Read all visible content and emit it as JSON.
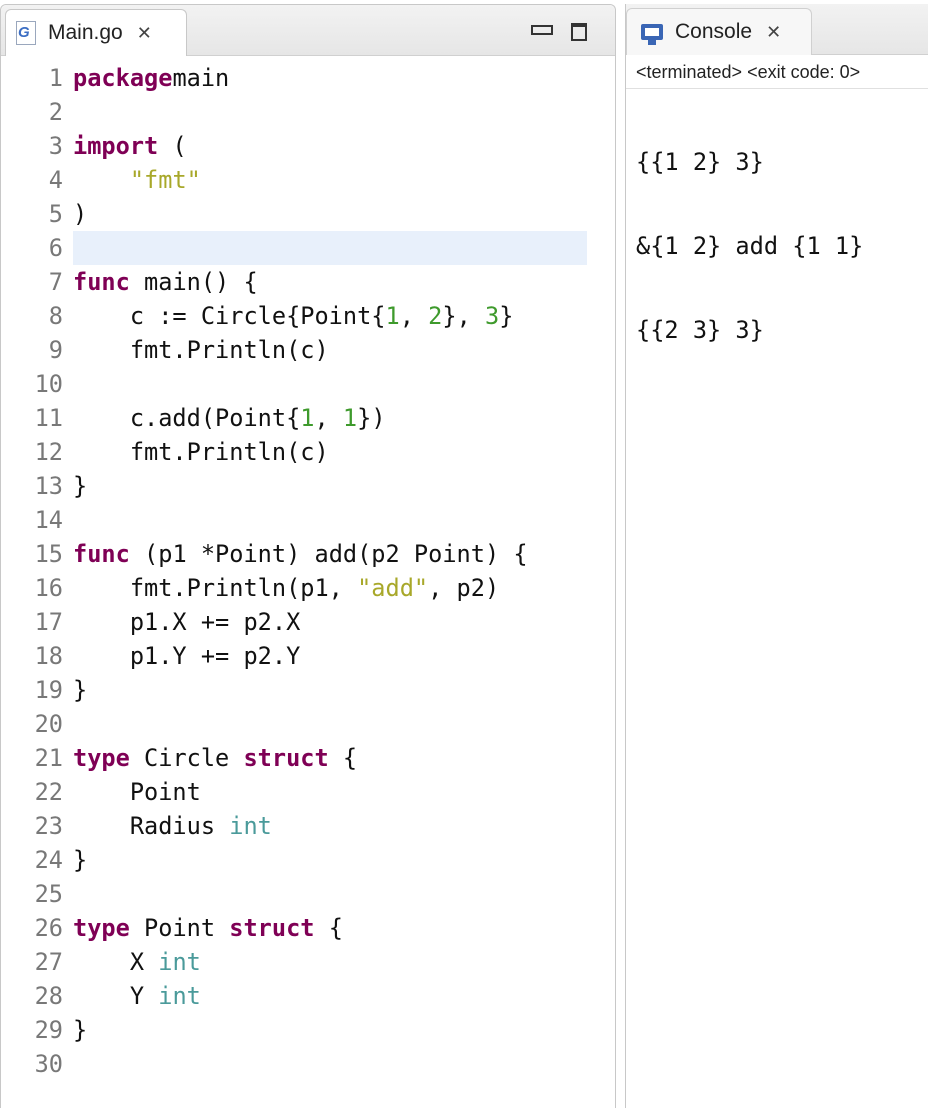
{
  "editor": {
    "tab_label": "Main.go",
    "tab_icon": "go-file-icon",
    "highlighted_line": 6,
    "lines": [
      {
        "n": "1",
        "t": [
          [
            "kw",
            "package"
          ],
          [
            "",
            "main"
          ]
        ]
      },
      {
        "n": "2",
        "t": []
      },
      {
        "n": "3",
        "t": [
          [
            "kw",
            "import"
          ],
          [
            "",
            " ("
          ]
        ]
      },
      {
        "n": "4",
        "t": [
          [
            "",
            "    "
          ],
          [
            "str",
            "\"fmt\""
          ]
        ]
      },
      {
        "n": "5",
        "t": [
          [
            "",
            ")"
          ]
        ]
      },
      {
        "n": "6",
        "t": []
      },
      {
        "n": "7",
        "t": [
          [
            "kw",
            "func"
          ],
          [
            "",
            " main() {"
          ]
        ]
      },
      {
        "n": "8",
        "t": [
          [
            "",
            "    c := Circle{Point{"
          ],
          [
            "num",
            "1"
          ],
          [
            "",
            ", "
          ],
          [
            "num",
            "2"
          ],
          [
            "",
            "}, "
          ],
          [
            "num",
            "3"
          ],
          [
            "",
            "}"
          ]
        ]
      },
      {
        "n": "9",
        "t": [
          [
            "",
            "    fmt.Println(c)"
          ]
        ]
      },
      {
        "n": "10",
        "t": []
      },
      {
        "n": "11",
        "t": [
          [
            "",
            "    c.add(Point{"
          ],
          [
            "num",
            "1"
          ],
          [
            "",
            ", "
          ],
          [
            "num",
            "1"
          ],
          [
            "",
            "})"
          ]
        ]
      },
      {
        "n": "12",
        "t": [
          [
            "",
            "    fmt.Println(c)"
          ]
        ]
      },
      {
        "n": "13",
        "t": [
          [
            "",
            "}"
          ]
        ]
      },
      {
        "n": "14",
        "t": []
      },
      {
        "n": "15",
        "t": [
          [
            "kw",
            "func"
          ],
          [
            "",
            " (p1 *Point) add(p2 Point) {"
          ]
        ]
      },
      {
        "n": "16",
        "t": [
          [
            "",
            "    fmt.Println(p1, "
          ],
          [
            "str",
            "\"add\""
          ],
          [
            "",
            ", p2)"
          ]
        ]
      },
      {
        "n": "17",
        "t": [
          [
            "",
            "    p1.X += p2.X"
          ]
        ]
      },
      {
        "n": "18",
        "t": [
          [
            "",
            "    p1.Y += p2.Y"
          ]
        ]
      },
      {
        "n": "19",
        "t": [
          [
            "",
            "}"
          ]
        ]
      },
      {
        "n": "20",
        "t": []
      },
      {
        "n": "21",
        "t": [
          [
            "kw",
            "type"
          ],
          [
            "",
            " Circle "
          ],
          [
            "kw",
            "struct"
          ],
          [
            "",
            " {"
          ]
        ]
      },
      {
        "n": "22",
        "t": [
          [
            "",
            "    Point"
          ]
        ]
      },
      {
        "n": "23",
        "t": [
          [
            "",
            "    Radius "
          ],
          [
            "typ",
            "int"
          ]
        ]
      },
      {
        "n": "24",
        "t": [
          [
            "",
            "}"
          ]
        ]
      },
      {
        "n": "25",
        "t": []
      },
      {
        "n": "26",
        "t": [
          [
            "kw",
            "type"
          ],
          [
            "",
            " Point "
          ],
          [
            "kw",
            "struct"
          ],
          [
            "",
            " {"
          ]
        ]
      },
      {
        "n": "27",
        "t": [
          [
            "",
            "    X "
          ],
          [
            "typ",
            "int"
          ]
        ]
      },
      {
        "n": "28",
        "t": [
          [
            "",
            "    Y "
          ],
          [
            "typ",
            "int"
          ]
        ]
      },
      {
        "n": "29",
        "t": [
          [
            "",
            "}"
          ]
        ]
      },
      {
        "n": "30",
        "t": []
      }
    ]
  },
  "console": {
    "tab_label": "Console",
    "status": "<terminated> <exit code: 0>",
    "output": [
      "{{1 2} 3}",
      "&{1 2} add {1 1}",
      "{{2 3} 3}"
    ]
  },
  "colors": {
    "keyword": "#7f0055",
    "string": "#a8a82a",
    "number": "#3e9a2c",
    "type": "#4a9a9a",
    "highlight": "#e8f0fb"
  }
}
